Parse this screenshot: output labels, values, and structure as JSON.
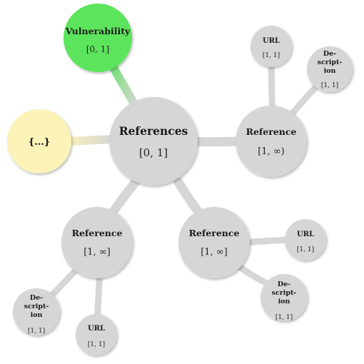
{
  "colors": {
    "node_gray": "#d6d6d6",
    "edge_gray": "#d6d6d6",
    "vulnerability_green": "#5be45b",
    "placeholder_yellow": "#fbf3b8",
    "text": "#1a1a1a"
  },
  "nodes": {
    "references": {
      "label": "References",
      "card": "[0, 1]"
    },
    "vulnerability": {
      "label": "Vulnerability",
      "card": "[0, 1]"
    },
    "placeholder": {
      "label": "{...}"
    },
    "ref_right": {
      "label": "Reference",
      "card": "[1, ∞)"
    },
    "ref_bottom_left": {
      "label": "Reference",
      "card": "[1, ∞]"
    },
    "ref_bottom_right": {
      "label": "Reference",
      "card": "[1, ∞]"
    },
    "url_top": {
      "label": "URL",
      "card": "[1, 1]"
    },
    "desc_top": {
      "label_lines": [
        "De-",
        "script-",
        "ion"
      ],
      "card": "[1, 1]"
    },
    "url_right": {
      "label": "URL",
      "card": "[1, 1]"
    },
    "desc_right": {
      "label_lines": [
        "De-",
        "script-",
        "ion"
      ],
      "card": "[1, 1]"
    },
    "url_bottom": {
      "label": "URL",
      "card": "[1, 1]"
    },
    "desc_left": {
      "label_lines": [
        "De-",
        "script-",
        "ion"
      ],
      "card": "[1, 1]"
    }
  }
}
